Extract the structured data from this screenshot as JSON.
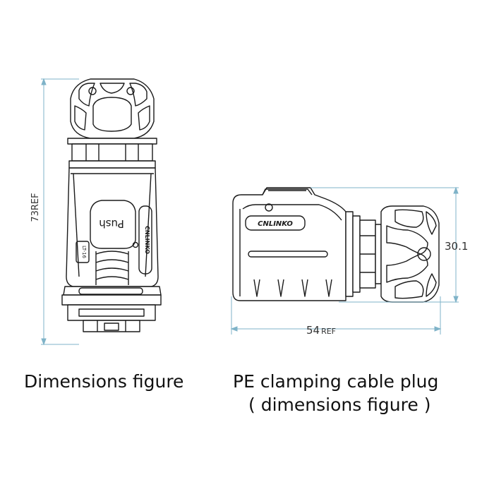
{
  "colors": {
    "dimension_line": "#7fb3c8",
    "outline": "#1a1a1a",
    "background": "#ffffff"
  },
  "front_view": {
    "height_dimension": "73REF",
    "push_label": "Push",
    "brand_mark": "CNLINKO",
    "tag_label": "LT-16"
  },
  "side_view": {
    "brand_logo": "CNLINKO",
    "height_dimension": "30.1",
    "length_value": "54",
    "length_suffix": "REF"
  },
  "captions": {
    "left": "Dimensions figure",
    "right_line1": "PE clamping cable plug",
    "right_line2": "( dimensions figure )"
  }
}
